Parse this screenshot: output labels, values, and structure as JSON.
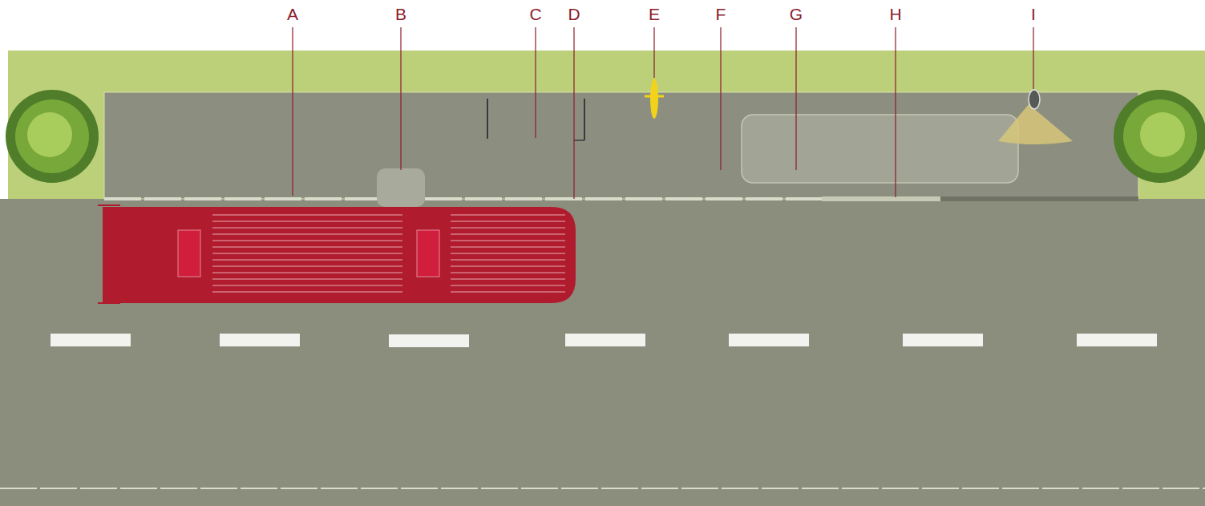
{
  "diagram": {
    "labels": [
      "A",
      "B",
      "C",
      "D",
      "E",
      "F",
      "G",
      "H",
      "I"
    ]
  }
}
